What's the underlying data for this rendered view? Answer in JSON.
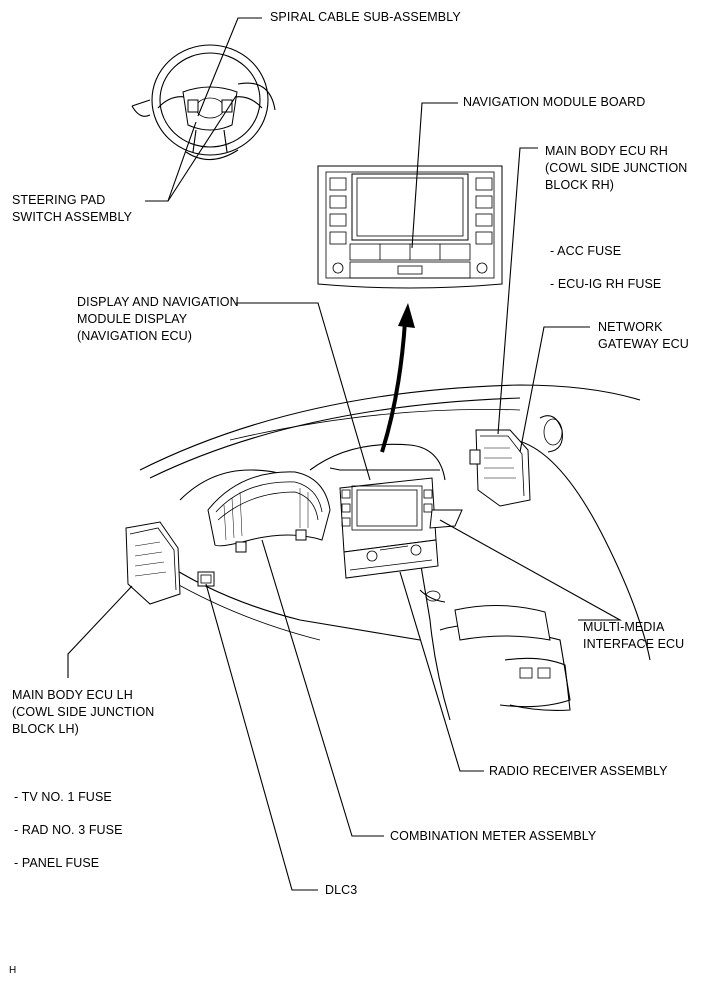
{
  "labels": {
    "spiral_cable": "SPIRAL CABLE SUB-ASSEMBLY",
    "steering_pad": "STEERING PAD\nSWITCH ASSEMBLY",
    "nav_module_board": "NAVIGATION MODULE BOARD",
    "main_body_ecu_rh": "MAIN BODY ECU RH\n(COWL SIDE JUNCTION\nBLOCK RH)",
    "acc_fuse": "- ACC FUSE",
    "ecu_ig_rh_fuse": "- ECU-IG RH FUSE",
    "display_nav_ecu": "DISPLAY AND NAVIGATION\nMODULE DISPLAY\n(NAVIGATION ECU)",
    "network_gateway": "NETWORK\nGATEWAY ECU",
    "multimedia_interface": "MULTI-MEDIA\nINTERFACE ECU",
    "main_body_ecu_lh": "MAIN BODY ECU LH\n(COWL SIDE JUNCTION\nBLOCK LH)",
    "radio_receiver": "RADIO RECEIVER ASSEMBLY",
    "tv_fuse": "- TV NO. 1 FUSE",
    "rad_fuse": "- RAD NO. 3 FUSE",
    "panel_fuse": "- PANEL FUSE",
    "combination_meter": "COMBINATION METER ASSEMBLY",
    "dlc3": "DLC3",
    "figure_code": "H"
  }
}
